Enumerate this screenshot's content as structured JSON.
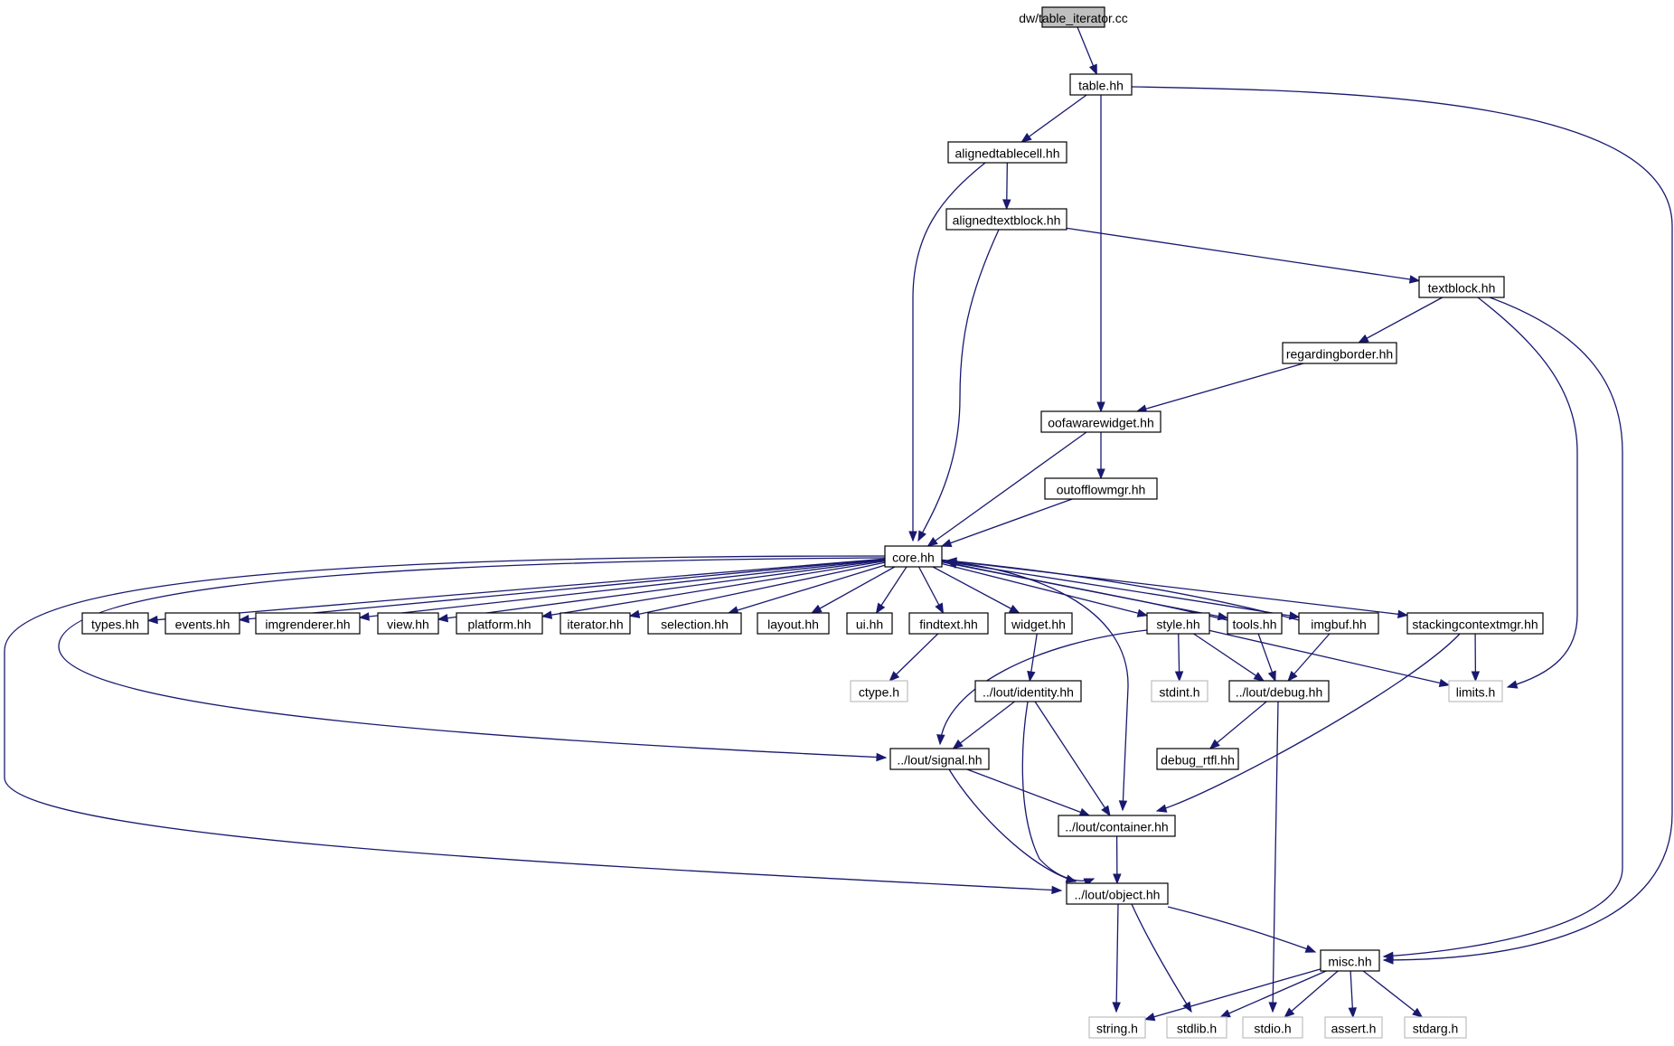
{
  "graph": {
    "title": "dw/table_iterator.cc",
    "colors": {
      "edge": "#191970",
      "root_fill": "#bfbfbf",
      "system_border": "#bfbfbf"
    },
    "nodes": [
      {
        "id": "root",
        "label": "dw/table_iterator.cc",
        "kind": "root"
      },
      {
        "id": "table",
        "label": "table.hh",
        "kind": "local"
      },
      {
        "id": "alignedtablecell",
        "label": "alignedtablecell.hh",
        "kind": "local"
      },
      {
        "id": "alignedtextblock",
        "label": "alignedtextblock.hh",
        "kind": "local"
      },
      {
        "id": "textblock",
        "label": "textblock.hh",
        "kind": "local"
      },
      {
        "id": "regardingborder",
        "label": "regardingborder.hh",
        "kind": "local"
      },
      {
        "id": "oofawarewidget",
        "label": "oofawarewidget.hh",
        "kind": "local"
      },
      {
        "id": "outofflowmgr",
        "label": "outofflowmgr.hh",
        "kind": "local"
      },
      {
        "id": "core",
        "label": "core.hh",
        "kind": "local"
      },
      {
        "id": "types",
        "label": "types.hh",
        "kind": "local"
      },
      {
        "id": "events",
        "label": "events.hh",
        "kind": "local"
      },
      {
        "id": "imgrenderer",
        "label": "imgrenderer.hh",
        "kind": "local"
      },
      {
        "id": "view",
        "label": "view.hh",
        "kind": "local"
      },
      {
        "id": "platform",
        "label": "platform.hh",
        "kind": "local"
      },
      {
        "id": "iterator",
        "label": "iterator.hh",
        "kind": "local"
      },
      {
        "id": "selection",
        "label": "selection.hh",
        "kind": "local"
      },
      {
        "id": "layout",
        "label": "layout.hh",
        "kind": "local"
      },
      {
        "id": "ui",
        "label": "ui.hh",
        "kind": "local"
      },
      {
        "id": "findtext",
        "label": "findtext.hh",
        "kind": "local"
      },
      {
        "id": "widget",
        "label": "widget.hh",
        "kind": "local"
      },
      {
        "id": "style",
        "label": "style.hh",
        "kind": "local"
      },
      {
        "id": "tools",
        "label": "tools.hh",
        "kind": "local"
      },
      {
        "id": "imgbuf",
        "label": "imgbuf.hh",
        "kind": "local"
      },
      {
        "id": "stackingcontextmgr",
        "label": "stackingcontextmgr.hh",
        "kind": "local"
      },
      {
        "id": "ctype",
        "label": "ctype.h",
        "kind": "system"
      },
      {
        "id": "identity",
        "label": "../lout/identity.hh",
        "kind": "local"
      },
      {
        "id": "stdint",
        "label": "stdint.h",
        "kind": "system"
      },
      {
        "id": "debug",
        "label": "../lout/debug.hh",
        "kind": "local"
      },
      {
        "id": "limits",
        "label": "limits.h",
        "kind": "system"
      },
      {
        "id": "debug_rtfl",
        "label": "debug_rtfl.hh",
        "kind": "local"
      },
      {
        "id": "signal",
        "label": "../lout/signal.hh",
        "kind": "local"
      },
      {
        "id": "container",
        "label": "../lout/container.hh",
        "kind": "local"
      },
      {
        "id": "object",
        "label": "../lout/object.hh",
        "kind": "local"
      },
      {
        "id": "misc",
        "label": "misc.hh",
        "kind": "local"
      },
      {
        "id": "string",
        "label": "string.h",
        "kind": "system"
      },
      {
        "id": "stdlib",
        "label": "stdlib.h",
        "kind": "system"
      },
      {
        "id": "stdio",
        "label": "stdio.h",
        "kind": "system"
      },
      {
        "id": "assert",
        "label": "assert.h",
        "kind": "system"
      },
      {
        "id": "stdarg",
        "label": "stdarg.h",
        "kind": "system"
      }
    ],
    "edges": [
      [
        "root",
        "table"
      ],
      [
        "table",
        "alignedtablecell"
      ],
      [
        "table",
        "oofawarewidget"
      ],
      [
        "table",
        "misc"
      ],
      [
        "alignedtablecell",
        "core"
      ],
      [
        "alignedtablecell",
        "alignedtextblock"
      ],
      [
        "alignedtextblock",
        "core"
      ],
      [
        "alignedtextblock",
        "textblock"
      ],
      [
        "textblock",
        "regardingborder"
      ],
      [
        "textblock",
        "limits"
      ],
      [
        "textblock",
        "misc"
      ],
      [
        "regardingborder",
        "oofawarewidget"
      ],
      [
        "oofawarewidget",
        "core"
      ],
      [
        "oofawarewidget",
        "outofflowmgr"
      ],
      [
        "outofflowmgr",
        "core"
      ],
      [
        "core",
        "types"
      ],
      [
        "core",
        "events"
      ],
      [
        "core",
        "imgrenderer"
      ],
      [
        "core",
        "view"
      ],
      [
        "core",
        "platform"
      ],
      [
        "core",
        "iterator"
      ],
      [
        "core",
        "selection"
      ],
      [
        "core",
        "layout"
      ],
      [
        "core",
        "ui"
      ],
      [
        "core",
        "findtext"
      ],
      [
        "core",
        "widget"
      ],
      [
        "core",
        "style"
      ],
      [
        "core",
        "tools"
      ],
      [
        "core",
        "imgbuf"
      ],
      [
        "core",
        "stackingcontextmgr"
      ],
      [
        "core",
        "signal"
      ],
      [
        "core",
        "container"
      ],
      [
        "core",
        "object"
      ],
      [
        "findtext",
        "ctype"
      ],
      [
        "widget",
        "identity"
      ],
      [
        "style",
        "signal"
      ],
      [
        "style",
        "stdint"
      ],
      [
        "style",
        "debug"
      ],
      [
        "style",
        "limits"
      ],
      [
        "tools",
        "core"
      ],
      [
        "tools",
        "debug"
      ],
      [
        "imgbuf",
        "core"
      ],
      [
        "imgbuf",
        "debug"
      ],
      [
        "stackingcontextmgr",
        "limits"
      ],
      [
        "stackingcontextmgr",
        "container"
      ],
      [
        "identity",
        "signal"
      ],
      [
        "identity",
        "container"
      ],
      [
        "identity",
        "object"
      ],
      [
        "debug",
        "debug_rtfl"
      ],
      [
        "debug",
        "stdio"
      ],
      [
        "signal",
        "container"
      ],
      [
        "signal",
        "object"
      ],
      [
        "container",
        "object"
      ],
      [
        "object",
        "string"
      ],
      [
        "object",
        "stdlib"
      ],
      [
        "object",
        "misc"
      ],
      [
        "misc",
        "string"
      ],
      [
        "misc",
        "stdlib"
      ],
      [
        "misc",
        "stdio"
      ],
      [
        "misc",
        "assert"
      ],
      [
        "misc",
        "stdarg"
      ]
    ]
  }
}
